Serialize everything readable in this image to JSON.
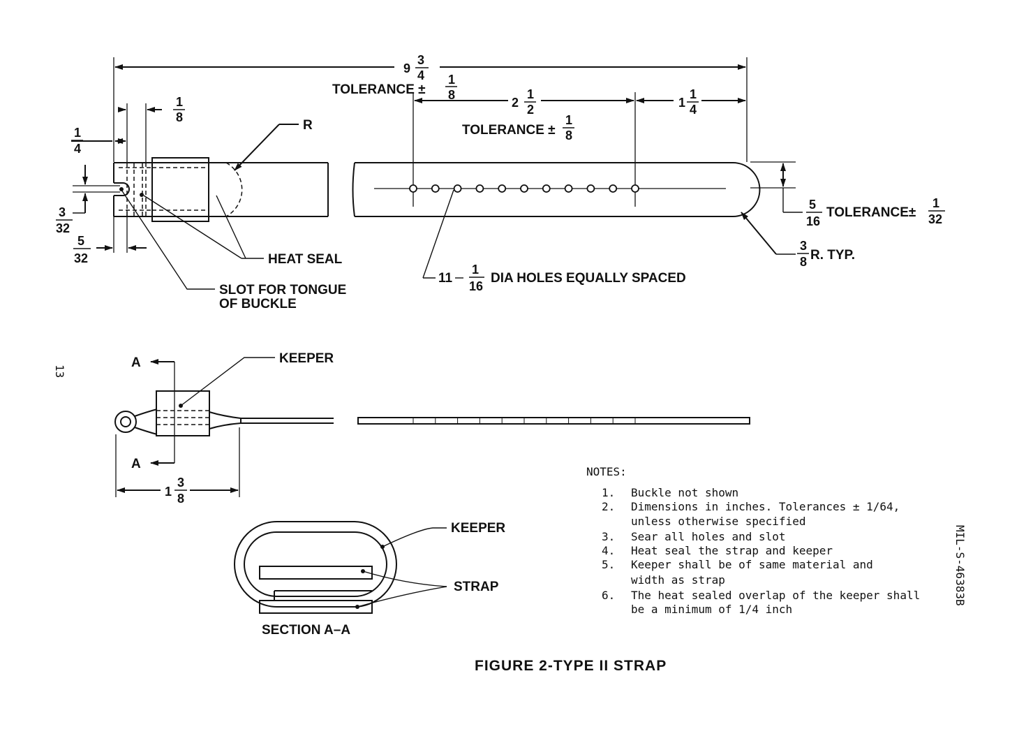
{
  "dimensions": {
    "overall_whole": "9",
    "overall_num": "3",
    "overall_den": "4",
    "overall_tol": "TOLERANCE ±",
    "overall_tol_num": "1",
    "overall_tol_den": "8",
    "hole_span_whole": "2",
    "hole_span_num": "1",
    "hole_span_den": "2",
    "hole_span_tol": "TOLERANCE ±",
    "hole_span_tol_num": "1",
    "hole_span_tol_den": "8",
    "end_whole": "1",
    "end_num": "1",
    "end_den": "4",
    "eighth_num": "1",
    "eighth_den": "8",
    "quarter_num": "1",
    "quarter_den": "4",
    "slot_num": "3",
    "slot_den": "32",
    "slot_off_num": "5",
    "slot_off_den": "32",
    "width_num": "5",
    "width_den": "16",
    "width_tol": "TOLERANCE±",
    "width_tol_num": "1",
    "width_tol_den": "32",
    "radius_num": "3",
    "radius_den": "8",
    "radius_label": "R. TYP.",
    "keeper_len_whole": "1",
    "keeper_len_num": "3",
    "keeper_len_den": "8"
  },
  "labels": {
    "r": "R",
    "heat_seal": "HEAT SEAL",
    "slot_line1": "SLOT FOR TONGUE",
    "slot_line2": "OF BUCKLE",
    "holes_count": "11",
    "holes_num": "1",
    "holes_den": "16",
    "holes_text": "DIA HOLES EQUALLY SPACED",
    "keeper_top": "KEEPER",
    "section_a_upper": "A",
    "section_a_lower": "A",
    "keeper_section": "KEEPER",
    "strap_section": "STRAP",
    "section_title": "SECTION A–A"
  },
  "notes": {
    "heading": "NOTES:",
    "items": [
      {
        "num": "1.",
        "lines": [
          "Buckle not shown"
        ]
      },
      {
        "num": "2.",
        "lines": [
          "Dimensions in inches.  Tolerances ± 1/64,",
          "unless otherwise specified"
        ]
      },
      {
        "num": "3.",
        "lines": [
          "Sear all holes and slot"
        ]
      },
      {
        "num": "4.",
        "lines": [
          "Heat seal the strap and keeper"
        ]
      },
      {
        "num": "5.",
        "lines": [
          "Keeper shall be of same material and",
          "width as strap"
        ]
      },
      {
        "num": "6.",
        "lines": [
          "The heat sealed overlap of the keeper shall",
          "be a minimum of 1/4 inch"
        ]
      }
    ]
  },
  "page_number": "13",
  "document_id": "MIL-S-46383B",
  "figure_caption": "FIGURE 2-TYPE II STRAP"
}
